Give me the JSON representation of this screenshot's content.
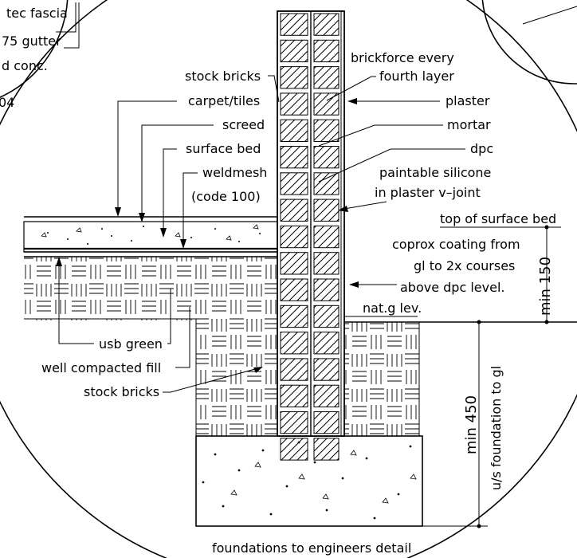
{
  "top_left_notes": [
    "tec fascia",
    "75 gutter",
    "d conc.",
    "04"
  ],
  "labels": {
    "brickforce": [
      "brickforce every",
      "fourth layer"
    ],
    "stock_bricks_top": "stock bricks",
    "carpet_tiles": "carpet/tiles",
    "screed": "screed",
    "surface_bed": "surface bed",
    "weldmesh": "weldmesh",
    "code_100": "(code 100)",
    "plaster": "plaster",
    "mortar": "mortar",
    "dpc": "dpc",
    "silicone": [
      "paintable silicone",
      "in plaster v–joint"
    ],
    "top_surface_bed": "top of surface bed",
    "coprox": [
      "coprox coating from",
      "gl to 2x courses",
      "above dpc level."
    ],
    "natg": "nat.g lev.",
    "usb_green": "usb green",
    "well_compacted": "well compacted fill",
    "stock_bricks_bottom": "stock bricks",
    "foundation_note": "u/s foundation to gl",
    "foundations": "foundations to engineers detail"
  },
  "dimensions": {
    "min150": "min 150",
    "min450": "min 450"
  }
}
